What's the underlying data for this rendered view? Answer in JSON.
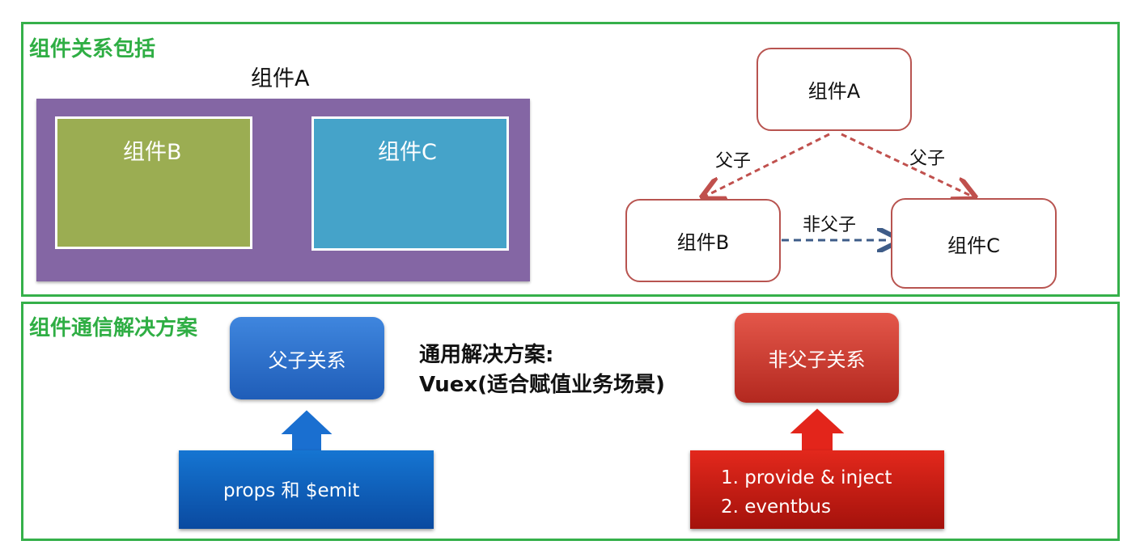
{
  "section1": {
    "title": "组件关系包括",
    "nested": {
      "outer_label": "组件A",
      "inner_left_label": "组件B",
      "inner_right_label": "组件C"
    },
    "graph": {
      "node_a": "组件A",
      "node_b": "组件B",
      "node_c": "组件C",
      "edge_ab": "父子",
      "edge_ac": "父子",
      "edge_bc": "非父子"
    }
  },
  "section2": {
    "title": "组件通信解决方案",
    "parent_child": {
      "label": "父子关系",
      "method": "props 和 $emit"
    },
    "general": {
      "line1": "通用解决方案:",
      "line2": "Vuex(适合赋值业务场景)"
    },
    "non_parent_child": {
      "label": "非父子关系",
      "method1": "1. provide & inject",
      "method2": "2. eventbus"
    }
  },
  "colors": {
    "panel_border": "#35b04a",
    "title": "#2fae44",
    "outer_purple": "#8466a4",
    "inner_green": "#9bad52",
    "inner_blue": "#45a3c9",
    "node_border": "#b85450",
    "blue_pill": "#2b6fcc",
    "red_pill": "#cc3a30"
  }
}
